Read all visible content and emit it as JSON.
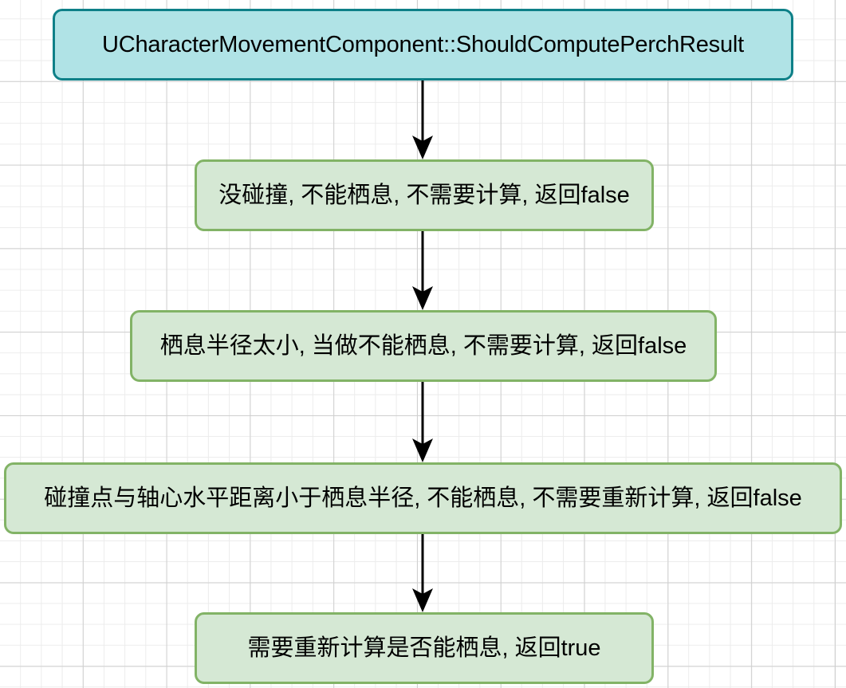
{
  "diagram": {
    "type": "flowchart",
    "orientation": "top-to-bottom",
    "background": {
      "style": "graph-paper-grid",
      "minor_grid_color": "#ececec",
      "major_grid_color": "#cfcfcf",
      "page_color": "#ffffff"
    },
    "nodes": [
      {
        "id": "node-0",
        "role": "entry-point",
        "label": "UCharacterMovementComponent::ShouldComputePerchResult",
        "fill": "#b0e3e6",
        "stroke": "#0e8088"
      },
      {
        "id": "node-1",
        "role": "step",
        "label": "没碰撞, 不能栖息, 不需要计算, 返回false",
        "fill": "#d5e8d4",
        "stroke": "#82b366"
      },
      {
        "id": "node-2",
        "role": "step",
        "label": "栖息半径太小, 当做不能栖息, 不需要计算, 返回false",
        "fill": "#d5e8d4",
        "stroke": "#82b366"
      },
      {
        "id": "node-3",
        "role": "step",
        "label": "碰撞点与轴心水平距离小于栖息半径, 不能栖息, 不需要重新计算, 返回false",
        "fill": "#d5e8d4",
        "stroke": "#82b366"
      },
      {
        "id": "node-4",
        "role": "step",
        "label": "需要重新计算是否能栖息, 返回true",
        "fill": "#d5e8d4",
        "stroke": "#82b366"
      }
    ],
    "edges": [
      {
        "id": "arrow-0",
        "from": "node-0",
        "to": "node-1",
        "label": "",
        "color": "#000000"
      },
      {
        "id": "arrow-1",
        "from": "node-1",
        "to": "node-2",
        "label": "",
        "color": "#000000"
      },
      {
        "id": "arrow-2",
        "from": "node-2",
        "to": "node-3",
        "label": "",
        "color": "#000000"
      },
      {
        "id": "arrow-3",
        "from": "node-3",
        "to": "node-4",
        "label": "",
        "color": "#000000"
      }
    ]
  }
}
